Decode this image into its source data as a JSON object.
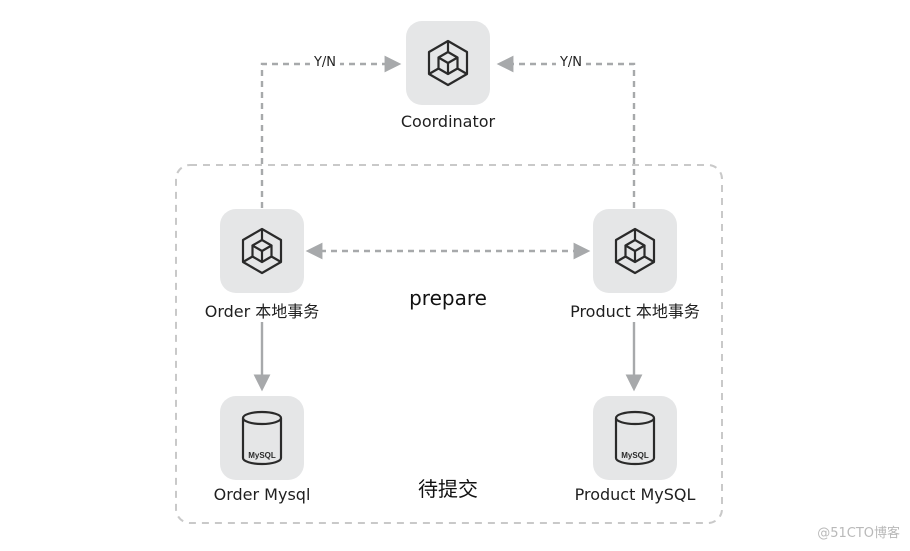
{
  "coordinator": {
    "label": "Coordinator",
    "icon": "cube-icon"
  },
  "order_tx": {
    "label": "Order 本地事务",
    "icon": "cube-icon"
  },
  "product_tx": {
    "label": "Product 本地事务",
    "icon": "cube-icon"
  },
  "order_db": {
    "label": "Order Mysql",
    "icon": "database-icon",
    "icon_text": "MySQL"
  },
  "product_db": {
    "label": "Product MySQL",
    "icon": "database-icon",
    "icon_text": "MySQL"
  },
  "edges": {
    "left_vote": "Y/N",
    "right_vote": "Y/N"
  },
  "phase": {
    "prepare": "prepare",
    "pending": "待提交"
  },
  "watermark": "@51CTO博客",
  "colors": {
    "tile": "#e5e6e7",
    "line": "#a7a9ab",
    "border": "#c9c9c9",
    "icon": "#2a2a2a"
  }
}
